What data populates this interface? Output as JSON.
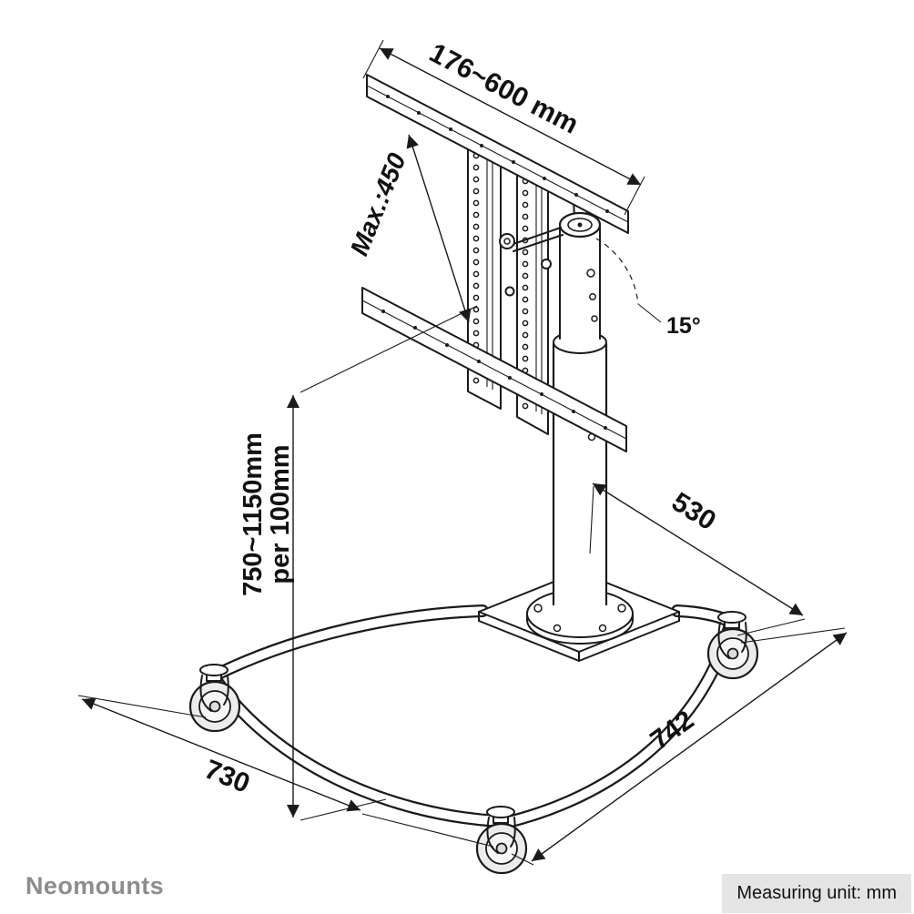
{
  "diagram": {
    "title": "mobile-floor-stand-technical-drawing",
    "labels": {
      "top_width": "176~600 mm",
      "max_adjustment": "Max.:450",
      "tilt_angle": "15°",
      "height_range": "750~1150mm",
      "height_step": "per 100mm",
      "base_depth_upper": "530",
      "base_depth_lower": "742",
      "base_width": "730"
    }
  },
  "footer": {
    "brand": "Neomounts",
    "measuring_unit": "Measuring unit: mm"
  },
  "colors": {
    "line": "#1a1a1a",
    "brand_gray": "#8d8d8d",
    "unit_box_bg": "#e4e4e4",
    "background": "#ffffff"
  }
}
